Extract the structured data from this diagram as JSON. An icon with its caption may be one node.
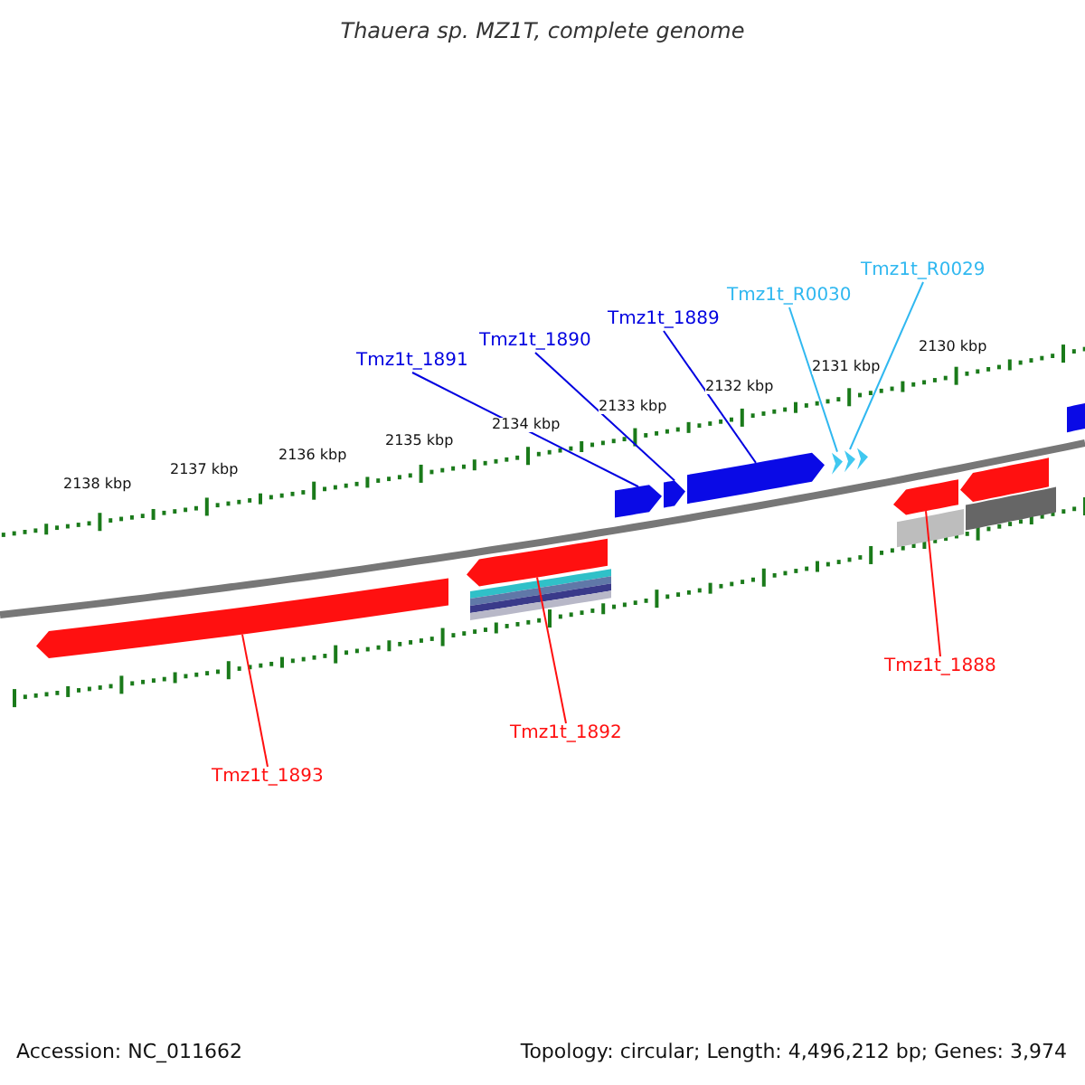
{
  "diagram": {
    "title": "Thauera sp. MZ1T, complete genome",
    "nodes": [
      {
        "text": [
          "Tmz1t_1891"
        ]
      },
      {
        "text": [
          "Tmz1t_1890"
        ]
      },
      {
        "text": [
          "Tmz1t_1889"
        ]
      },
      {
        "text": [
          "Tmz1t_R0030"
        ]
      },
      {
        "text": [
          "Tmz1t_R0029"
        ]
      },
      {
        "text": [
          "Tmz1t_1893"
        ]
      },
      {
        "text": [
          "Tmz1t_1892"
        ]
      },
      {
        "text": [
          "Tmz1t_1888"
        ]
      },
      {
        "text": [],
        "shape": "pentagon"
      },
      {
        "text": [],
        "shape": "pentagon"
      },
      {
        "text": [],
        "shape": "pentagon"
      },
      {
        "text": [],
        "shape": "pentagon"
      },
      {
        "text": [],
        "shape": "pentagon"
      },
      {
        "text": [],
        "shape": "triangle"
      },
      {
        "text": [],
        "shape": "triangle"
      },
      {
        "text": [],
        "shape": "triangle"
      },
      {
        "text": [],
        "shape": "pentagon"
      },
      {
        "text": [],
        "shape": "pentagon"
      },
      {
        "text": [],
        "shape": "pentagon"
      }
    ],
    "edges": [
      {
        "from": 0,
        "to": 10,
        "arrow": "none",
        "color": "#0000e0"
      },
      {
        "from": 1,
        "to": 11,
        "arrow": "none",
        "color": "#0000e0"
      },
      {
        "from": 2,
        "to": 12,
        "arrow": "none",
        "color": "#0000e0"
      },
      {
        "from": 3,
        "to": 13,
        "arrow": "none",
        "color": "#30b8f0"
      },
      {
        "from": 4,
        "to": 14,
        "arrow": "none",
        "color": "#30b8f0"
      },
      {
        "from": 5,
        "to": 8,
        "arrow": "none",
        "color": "#ff1010"
      },
      {
        "from": 6,
        "to": 9,
        "arrow": "none",
        "color": "#ff1010"
      },
      {
        "from": 7,
        "to": 16,
        "arrow": "none",
        "color": "#ff1010"
      }
    ],
    "labels": [
      "2138 kbp",
      "2137 kbp",
      "2136 kbp",
      "2135 kbp",
      "2134 kbp",
      "2133 kbp",
      "2132 kbp",
      "2131 kbp",
      "2130 kbp",
      "Accession: NC_011662",
      "Topology: circular; Length: 4,496,212 bp; Genes: 3,974"
    ]
  }
}
